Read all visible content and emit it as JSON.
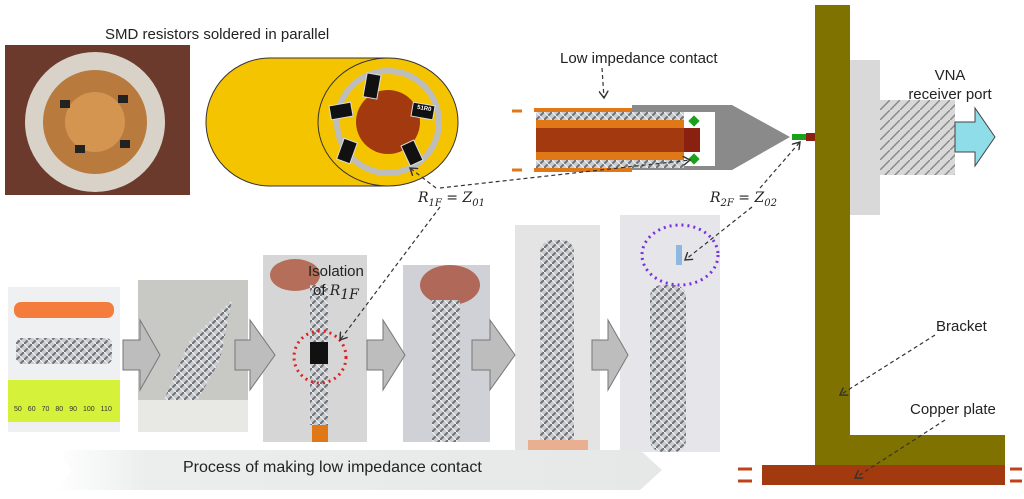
{
  "labels": {
    "smd_title": "SMD resistors soldered in parallel",
    "low_impedance": "Low impedance contact",
    "vna_line1": "VNA",
    "vna_line2": "receiver port",
    "bracket": "Bracket",
    "copper_plate": "Copper plate",
    "isolation_line1": "Isolation",
    "isolation_line2": "of",
    "process": "Process of making low impedance contact"
  },
  "equations": {
    "r1": {
      "lhs": "R",
      "lhs_sub": "1F",
      "eq": " = ",
      "rhs": "Z",
      "rhs_sub": "01"
    },
    "r2": {
      "lhs": "R",
      "lhs_sub": "2F",
      "eq": " = ",
      "rhs": "Z",
      "rhs_sub": "02"
    },
    "iso": {
      "sym": "R",
      "sub": "1F"
    }
  },
  "resistor_marking": "51R0",
  "ruler_ticks": [
    "50",
    "60",
    "70",
    "80",
    "90",
    "100",
    "110"
  ],
  "colors": {
    "yellow": "#f5c400",
    "copper": "#a33a0f",
    "orange": "#e07818",
    "olive": "#7f7200",
    "gray": "#8a8a8a",
    "green": "#1aa01a",
    "cyan": "#8fdde8"
  }
}
